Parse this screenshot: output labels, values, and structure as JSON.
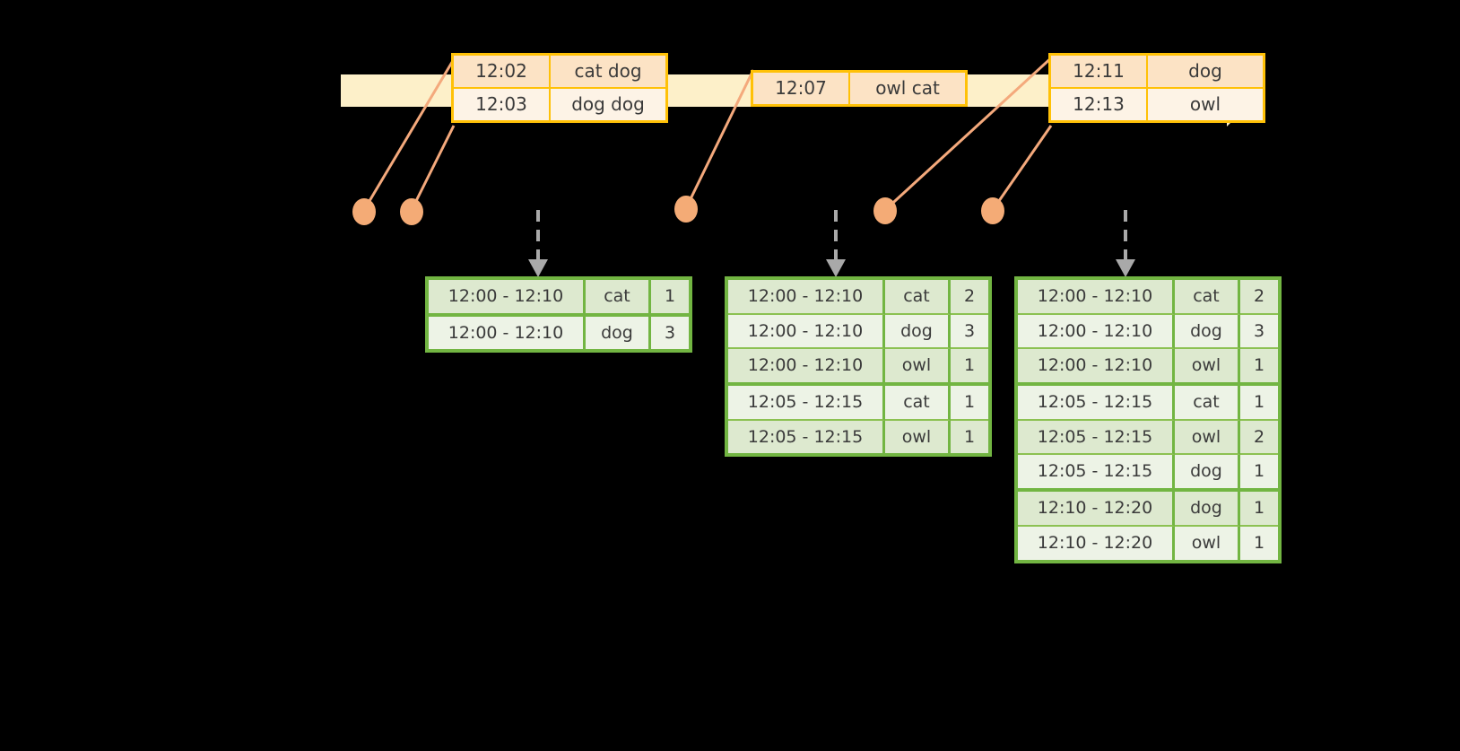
{
  "colors": {
    "background": "#000000",
    "timeline_bar": "#fdf0c9",
    "event_border": "#ffc107",
    "event_fill_a": "#fce3c5",
    "event_fill_b": "#fdf3e6",
    "table_border": "#72b542",
    "table_fill_a": "#dde9cf",
    "table_fill_b": "#edf3e6",
    "connector": "#f4a97c",
    "dot": "#f4ab76",
    "arrow": "#a9a9a9"
  },
  "timeline": {
    "name": "event-stream-timeline",
    "arrow_direction": "right",
    "event_groups": [
      {
        "name": "event-group-1",
        "rows": [
          {
            "time": "12:02",
            "words": "cat dog"
          },
          {
            "time": "12:03",
            "words": "dog dog"
          }
        ]
      },
      {
        "name": "event-group-2",
        "rows": [
          {
            "time": "12:07",
            "words": "owl cat"
          }
        ]
      },
      {
        "name": "event-group-3",
        "rows": [
          {
            "time": "12:11",
            "words": "dog"
          },
          {
            "time": "12:13",
            "words": "owl"
          }
        ]
      }
    ]
  },
  "dots": [
    {
      "name": "event-dot-1"
    },
    {
      "name": "event-dot-2"
    },
    {
      "name": "event-dot-3"
    },
    {
      "name": "event-dot-4"
    },
    {
      "name": "event-dot-5"
    }
  ],
  "result_tables": [
    {
      "name": "result-table-1",
      "columns": [
        "window",
        "word",
        "count"
      ],
      "rows": [
        {
          "window": "12:00 - 12:10",
          "word": "cat",
          "count": "1",
          "group_end": false
        },
        {
          "window": "12:00 - 12:10",
          "word": "dog",
          "count": "3",
          "group_end": true
        }
      ]
    },
    {
      "name": "result-table-2",
      "columns": [
        "window",
        "word",
        "count"
      ],
      "rows": [
        {
          "window": "12:00 - 12:10",
          "word": "cat",
          "count": "2",
          "group_end": false
        },
        {
          "window": "12:00 - 12:10",
          "word": "dog",
          "count": "3",
          "group_end": false
        },
        {
          "window": "12:00 - 12:10",
          "word": "owl",
          "count": "1",
          "group_end": true
        },
        {
          "window": "12:05 - 12:15",
          "word": "cat",
          "count": "1",
          "group_end": false
        },
        {
          "window": "12:05 - 12:15",
          "word": "owl",
          "count": "1",
          "group_end": true
        }
      ]
    },
    {
      "name": "result-table-3",
      "columns": [
        "window",
        "word",
        "count"
      ],
      "rows": [
        {
          "window": "12:00 - 12:10",
          "word": "cat",
          "count": "2",
          "group_end": false
        },
        {
          "window": "12:00 - 12:10",
          "word": "dog",
          "count": "3",
          "group_end": false
        },
        {
          "window": "12:00 - 12:10",
          "word": "owl",
          "count": "1",
          "group_end": true
        },
        {
          "window": "12:05 - 12:15",
          "word": "cat",
          "count": "1",
          "group_end": false
        },
        {
          "window": "12:05 - 12:15",
          "word": "owl",
          "count": "2",
          "group_end": false
        },
        {
          "window": "12:05 - 12:15",
          "word": "dog",
          "count": "1",
          "group_end": true
        },
        {
          "window": "12:10 - 12:20",
          "word": "dog",
          "count": "1",
          "group_end": false
        },
        {
          "window": "12:10 - 12:20",
          "word": "owl",
          "count": "1",
          "group_end": true
        }
      ]
    }
  ]
}
